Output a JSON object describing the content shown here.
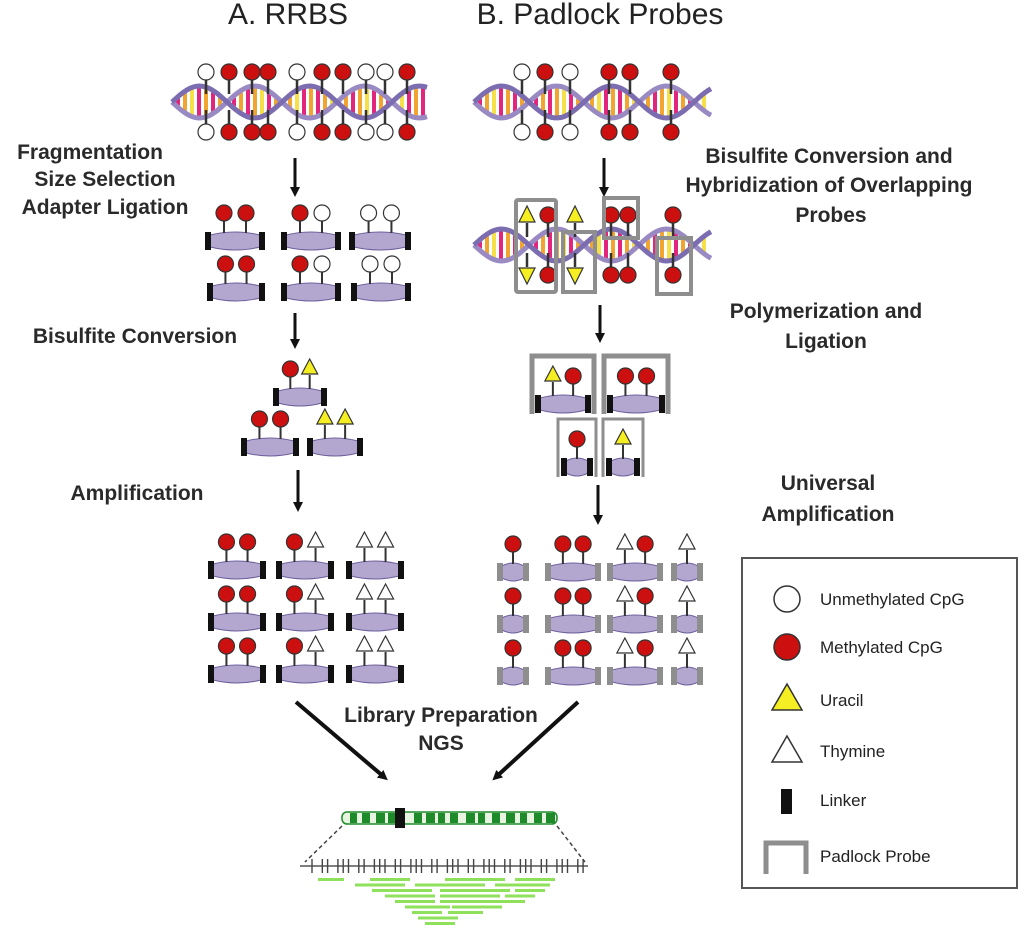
{
  "headers": {
    "rrbs": "A. RRBS",
    "padlock": "B. Padlock Probes"
  },
  "rrbs_steps": {
    "frag1": "Fragmentation",
    "frag2": "Size Selection",
    "frag3": "Adapter Ligation",
    "bisulfite": "Bisulfite Conversion",
    "amplification": "Amplification"
  },
  "padlock_steps": {
    "bh1": "Bisulfite Conversion and",
    "bh2": "Hybridization of Overlapping",
    "bh3": "Probes",
    "pl1": "Polymerization and",
    "pl2": "Ligation",
    "ua1": "Universal",
    "ua2": "Amplification"
  },
  "shared": {
    "library": "Library Preparation",
    "ngs": "NGS"
  },
  "legend": {
    "unmethylated": "Unmethylated CpG",
    "methylated": "Methylated CpG",
    "uracil": "Uracil",
    "thymine": "Thymine",
    "linker": "Linker",
    "padlock": "Padlock Probe"
  },
  "colors": {
    "methylated": "#cc1010",
    "unmethylated": "#ffffff",
    "uracil": "#f4ee22",
    "fragment": "#b3a6cf",
    "linker": "#111111",
    "probe": "#8e8e8e",
    "reads": "#8fe05a",
    "chromosome": "#1f8a2a"
  }
}
